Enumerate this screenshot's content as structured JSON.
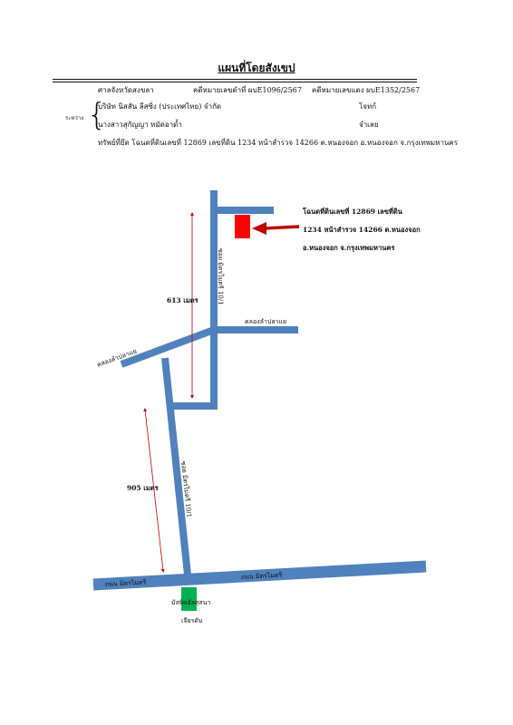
{
  "title": "แผนที่โดยสังเขป",
  "header": {
    "court": "ศาลจังหวัดสงขลา",
    "black_case": "คดีหมายเลขดำที่ ผบE1096/2567",
    "red_case": "คดีหมายเลขแดง ผบE1352/2567",
    "between_label": "ระหว่าง",
    "plaintiff": "บริษัท นิสสัน ลีสซิ่ง (ประเทศไทย) จำกัด",
    "plaintiff_role": "โจทก์",
    "defendant": "นางสาวสุกัญญา หมัดอาด้ำ",
    "defendant_role": "จำเลย",
    "property": "ทรัพย์ที่ยึด   โฉนดที่ดินเลขที่ 12869 เลขที่ดิน 1234 หน้าสำรวจ 14266 ต.หนองจอก อ.หนองจอก จ.กรุงเทพมหานคร"
  },
  "map": {
    "road_color": "#4f81bd",
    "plot_color": "#ff0000",
    "landmark_color": "#00b050",
    "arrow_color": "#c00000",
    "dimension_color": "#c00000",
    "plot_label_lines": [
      "โฉนดที่ดินเลขที่ 12869 เลขที่ดิน",
      "1234 หน้าสำรวจ 14266 ต.หนองจอก",
      "อ.หนองจอก จ.กรุงเทพมหานคร"
    ],
    "distance_upper": "613 เมตร",
    "distance_lower": "905 เมตร",
    "canal_right": "คลองลำปลาแย",
    "canal_left": "คลองลำปลาแย",
    "soi_upper": "ซอย มิตรไมตรี 10/1",
    "soi_lower": "ซอย มิตรไมตรี 10/1",
    "road_left": "ถนน มิตรไมตรี",
    "road_right": "ถนน มิตรไมตรี",
    "landmark_line1": "มัสยิดอัลสุสนา",
    "landmark_line2": "เจียรดับ"
  }
}
